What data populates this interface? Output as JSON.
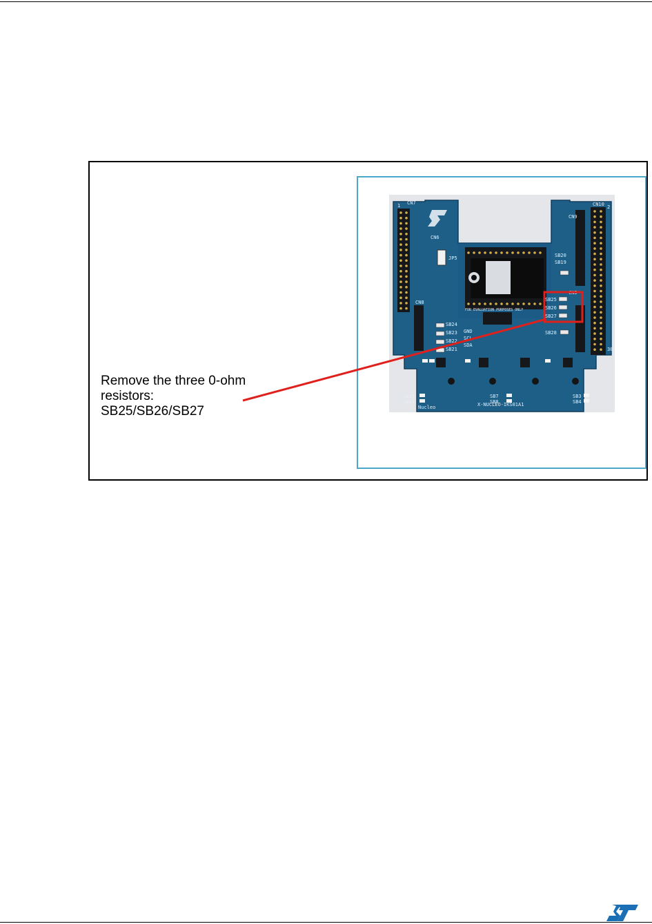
{
  "figure": {
    "callout_lines": [
      "Remove the three 0-ohm",
      "resistors:",
      "SB25/SB26/SB27"
    ],
    "highlight_color": "#e0201c",
    "leader_color": "#e0201c",
    "photo_border_color": "#4aa8c8"
  },
  "board": {
    "silkscreen": {
      "cn7": "CN7",
      "cn10": "CN10",
      "cn9": "CN9",
      "cn8": "CN8",
      "cn5": "CN5",
      "cn6": "CN6",
      "jp5": "JP5",
      "socket_text": "FOR EVALUATION PURPOSES ONLY",
      "sb24": "SB24",
      "sb23": "SB23",
      "sb22": "SB22",
      "sb21": "SB21",
      "sb25": "SB25",
      "sb26": "SB26",
      "sb27": "SB27",
      "sb28": "SB28",
      "sb19": "SB19",
      "sb20": "SB20",
      "sb13": "SB13",
      "sb14": "SB14",
      "sb7": "SB7",
      "sb8": "SB8",
      "sb3": "SB3",
      "sb4": "SB4",
      "gnd": "GND",
      "scl": "SCL",
      "sda": "SDA",
      "board_name": "X-NUCLEO-IKS01A1",
      "nucleo": "Nucleo",
      "pin1": "1",
      "pin2": "2",
      "pin38": "38"
    }
  },
  "footer": {
    "logo": "st-logo"
  }
}
